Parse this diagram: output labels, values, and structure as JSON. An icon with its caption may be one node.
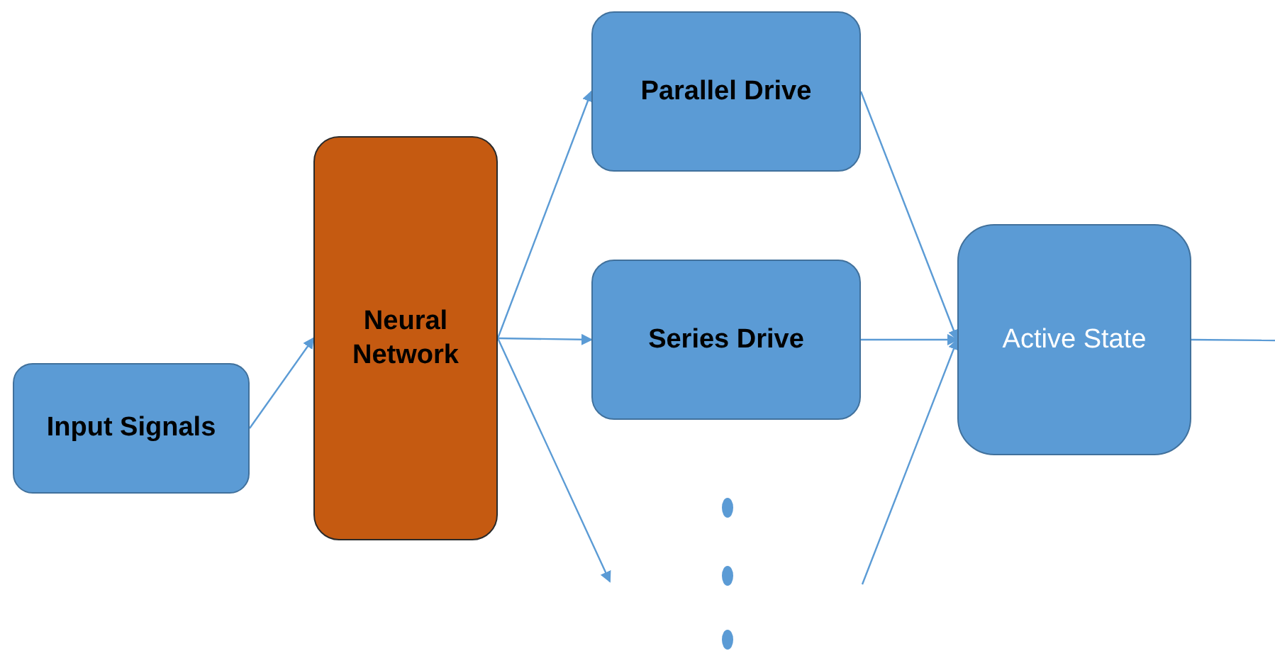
{
  "diagram": {
    "nodes": [
      {
        "text": [
          "Input Signals"
        ]
      },
      {
        "text": [
          "Neural Network"
        ]
      },
      {
        "text": [
          "Parallel Drive"
        ]
      },
      {
        "text": [
          "Series Drive"
        ]
      },
      {
        "text": [
          "Active State"
        ]
      }
    ],
    "edges": [
      {
        "from": 0,
        "to": 1,
        "arrow": "to"
      },
      {
        "from": 1,
        "to": 2,
        "arrow": "to"
      },
      {
        "from": 1,
        "to": 3,
        "arrow": "to"
      },
      {
        "from": 1,
        "to": null,
        "arrow": "to"
      },
      {
        "from": 2,
        "to": 4,
        "arrow": "to"
      },
      {
        "from": 3,
        "to": 4,
        "arrow": "to"
      },
      {
        "from": null,
        "to": 4,
        "arrow": "to"
      },
      {
        "from": 4,
        "to": null,
        "arrow": "none"
      }
    ]
  }
}
